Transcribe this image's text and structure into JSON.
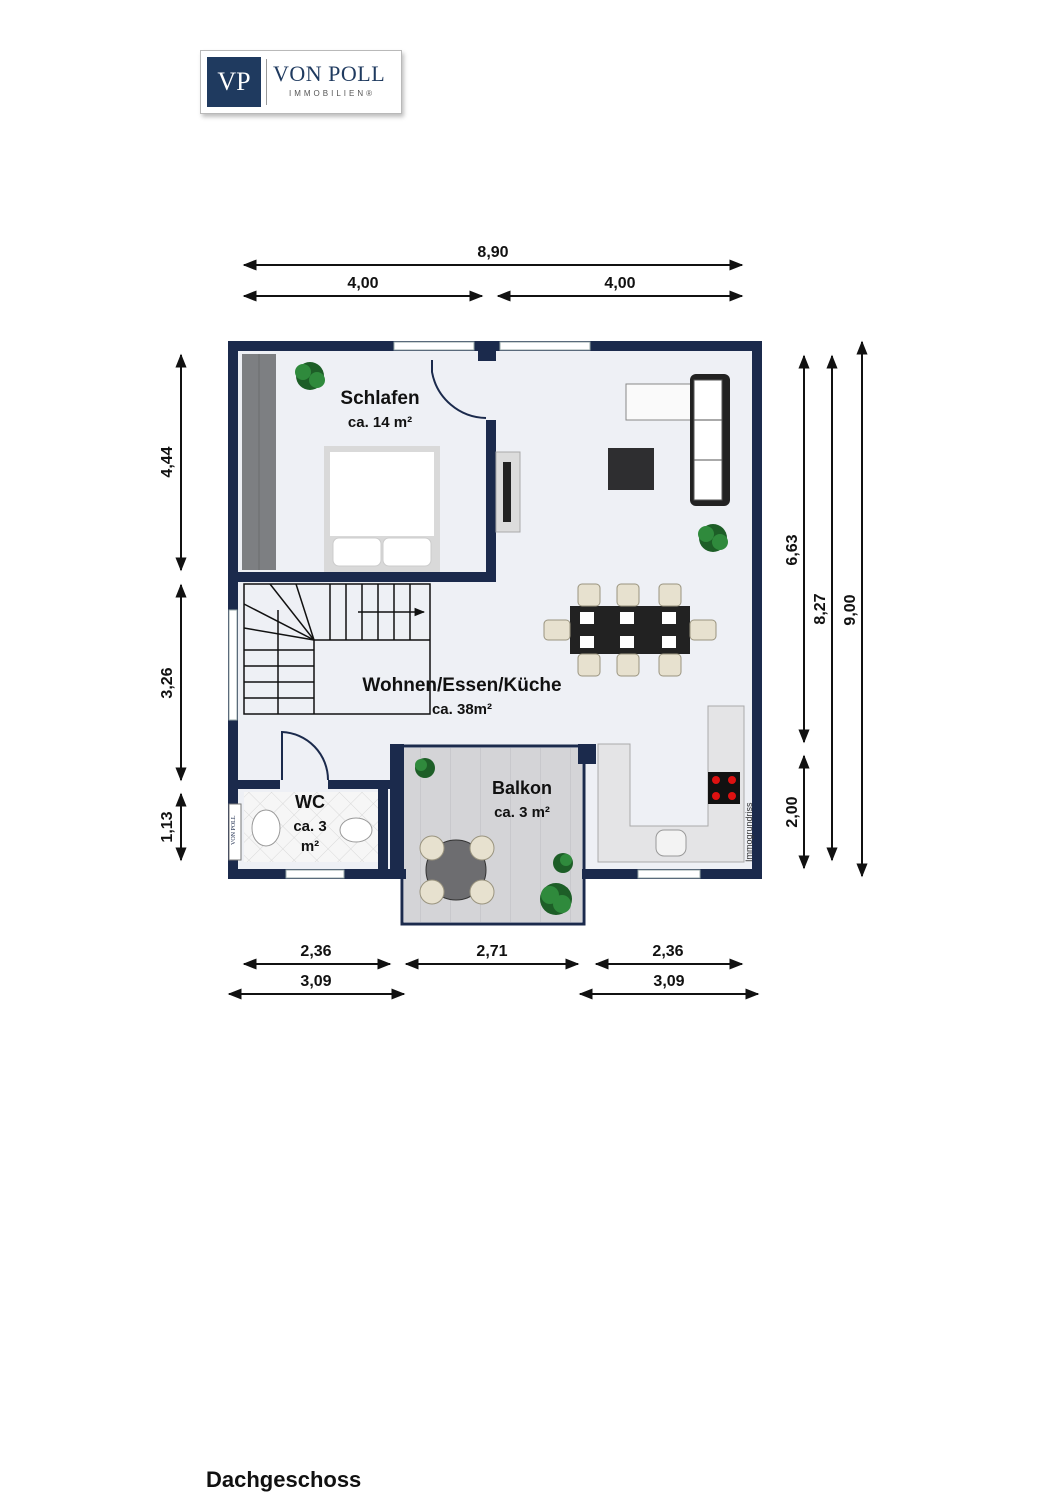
{
  "logo": {
    "mark": "VP",
    "name": "VON POLL",
    "subtitle": "IMMOBILIEN®",
    "mini_mark": "VP",
    "mini_name": "VON POLL",
    "mini_sub": "IMMOBILIEN"
  },
  "floor_label": "Dachgeschoss",
  "watermark": "Immogrundriss",
  "rooms": {
    "schlafen": {
      "name": "Schlafen",
      "area": "ca. 14 m²"
    },
    "wohnen": {
      "name": "Wohnen/Essen/Küche",
      "area": "ca. 38m²"
    },
    "balkon": {
      "name": "Balkon",
      "area": "ca. 3 m²"
    },
    "wc": {
      "name": "WC",
      "area_line1": "ca. 3",
      "area_line2": "m²"
    }
  },
  "dimensions": {
    "top_total": "8,90",
    "top_left": "4,00",
    "top_right": "4,00",
    "left_upper": "4,44",
    "left_middle": "3,26",
    "left_lower": "1,13",
    "right_upper": "6,63",
    "right_lower": "2,00",
    "right_mid_total": "8,27",
    "right_total": "9,00",
    "bottom_left_inner": "2,36",
    "bottom_middle": "2,71",
    "bottom_right_inner": "2,36",
    "bottom_left_outer": "3,09",
    "bottom_right_outer": "3,09"
  },
  "colors": {
    "wall": "#1b2a4c",
    "floor": "#eef0f5",
    "balcony_floor": "#d6d6d8",
    "plant": "#2f8a3c"
  }
}
